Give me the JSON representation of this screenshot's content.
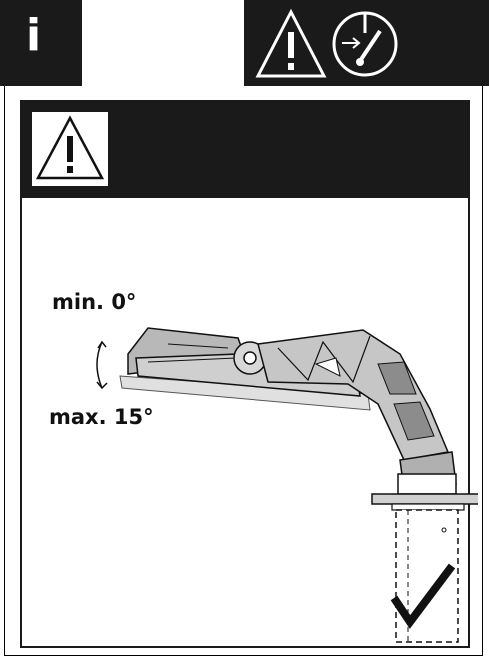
{
  "header": {
    "info_letter": "i",
    "icons": [
      "warning-triangle-icon",
      "power-switch-icon"
    ]
  },
  "panel": {
    "warning_icon": "warning-triangle-icon",
    "angle": {
      "min_label": "min. 0°",
      "max_label": "max. 15°"
    },
    "checkmark_icon": "checkmark-icon"
  },
  "colors": {
    "dark": "#1a1a1a",
    "light": "#ffffff",
    "gray": "#b8b8b8"
  }
}
